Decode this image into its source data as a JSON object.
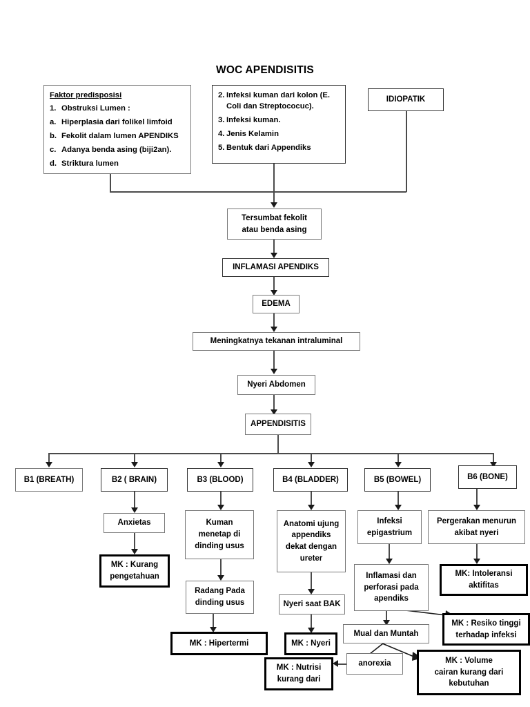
{
  "title": "WOC APENDISITIS",
  "boxes": {
    "faktor": {
      "header": "Faktor predisposisi",
      "items": [
        {
          "marker": "1.",
          "text": "Obstruksi Lumen :"
        },
        {
          "marker": "a.",
          "text": "Hiperplasia dari folikel limfoid"
        },
        {
          "marker": "b.",
          "text": "Fekolit dalam lumen APENDIKS"
        },
        {
          "marker": "c.",
          "text": "Adanya benda asing (biji2an)."
        },
        {
          "marker": "d.",
          "text": "Striktura lumen"
        }
      ]
    },
    "infeksi": {
      "items": [
        {
          "marker": "2.",
          "text": "Infeksi kuman dari kolon (E. Coli dan Streptococuc)."
        },
        {
          "marker": "3.",
          "text": "Infeksi kuman."
        },
        {
          "marker": "4.",
          "text": "Jenis Kelamin"
        },
        {
          "marker": "5.",
          "text": "Bentuk dari Appendiks"
        }
      ]
    },
    "idiopatik": "IDIOPATIK",
    "tersumbat": "Tersumbat fekolit\natau benda asing",
    "inflamasi_apendiks": "INFLAMASI APENDIKS",
    "edema": "EDEMA",
    "tekanan": "Meningkatnya tekanan intraluminal",
    "nyeri_abdomen": "Nyeri Abdomen",
    "appendisitis": "APPENDISITIS",
    "b1": "B1 (BREATH)",
    "b2": "B2 ( BRAIN)",
    "b3": "B3 (BLOOD)",
    "b4": "B4 (BLADDER)",
    "b5": "B5 (BOWEL)",
    "b6": "B6 (BONE)",
    "anxietas": "Anxietas",
    "mk_kurang_pengetahuan": "MK : Kurang\npengetahuan",
    "kuman_menetap": "Kuman\nmenetap di\ndinding usus",
    "radang_pada": "Radang Pada\ndinding usus",
    "mk_hipertermi": "MK : Hipertermi",
    "anatomi_ujung": "Anatomi ujung\nappendiks\ndekat dengan\nureter",
    "nyeri_saat_bak": "Nyeri saat BAK",
    "mk_nyeri": "MK : Nyeri",
    "infeksi_epigastrium": "Infeksi\nepigastrium",
    "inflamasi_perforasi": "Inflamasi  dan\nperforasi pada\napendiks",
    "mual_muntah": "Mual dan Muntah",
    "anorexia": "anorexia",
    "mk_nutrisi": "MK : Nutrisi\nkurang dari",
    "pergerakan_menurun": "Pergerakan menurun\nakibat nyeri",
    "mk_intoleransi": "MK: Intoleransi\naktifitas",
    "mk_resiko": "MK : Resiko tinggi\nterhadap infeksi",
    "mk_volume": "MK : Volume\ncairan kurang dari\nkebutuhan"
  },
  "colors": {
    "background": "#ffffff",
    "box_border": "#6f6f6f",
    "bold_border": "#000000",
    "line": "#4a4a4a",
    "text": "#000000"
  }
}
